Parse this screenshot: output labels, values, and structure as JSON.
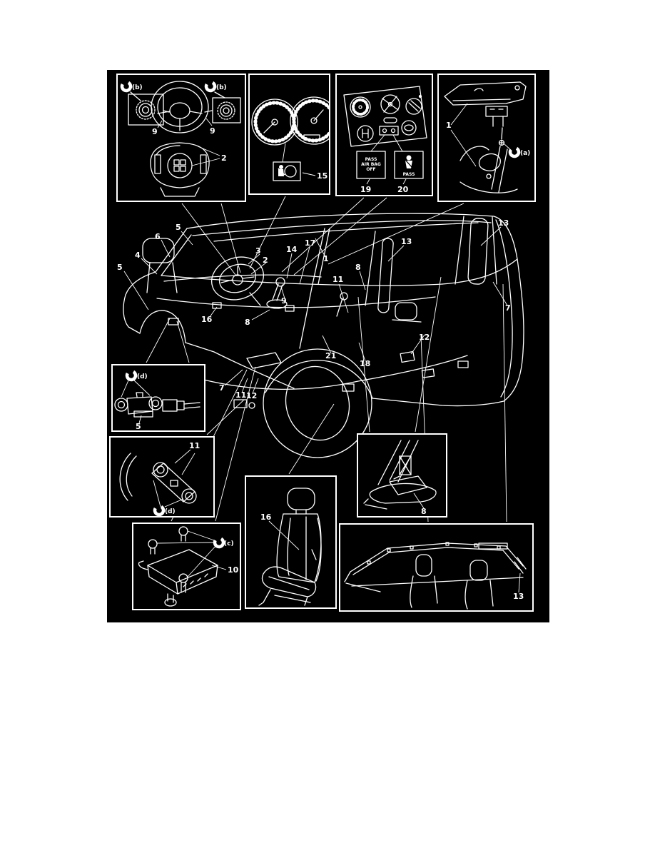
{
  "canvas": {
    "background": "#000000",
    "line_color": "#ffffff",
    "page_background": "#ffffff"
  },
  "insets": {
    "steering": {
      "tag_left": "(b)",
      "tag_right": "(b)",
      "callout_coil_left": "9",
      "callout_coil_right": "9",
      "callout_module": "2"
    },
    "cluster": {
      "callout_lamp": "15"
    },
    "hvac": {
      "off_line1": "PASS",
      "off_line2": "AIR BAG",
      "off_line3": "OFF",
      "pass_label": "PASS",
      "callout_off": "19",
      "callout_pass": "20"
    },
    "visor": {
      "tag": "(a)",
      "callout": "1"
    },
    "front_sensor": {
      "tag": "(d)",
      "callout": "5"
    },
    "side_sensor": {
      "tag": "(d)",
      "callout": "11"
    },
    "sdm": {
      "tag": "(c)",
      "callout": "10"
    },
    "seat": {
      "callout": "16"
    },
    "bpillar": {
      "callout": "8"
    },
    "curtain": {
      "callout": "13"
    }
  },
  "main": {
    "callouts": [
      {
        "id": "roof-harness-front",
        "label": "5"
      },
      {
        "id": "harness-clip",
        "label": "6"
      },
      {
        "id": "front-harness",
        "label": "4"
      },
      {
        "id": "front-crash-sensor",
        "label": "5"
      },
      {
        "id": "steering-wheel",
        "label": "3"
      },
      {
        "id": "driver-airbag-module",
        "label": "2"
      },
      {
        "id": "main-harness",
        "label": "14"
      },
      {
        "id": "dash-harness",
        "label": "17"
      },
      {
        "id": "visor-area",
        "label": "1"
      },
      {
        "id": "curtain-airbag-front",
        "label": "13"
      },
      {
        "id": "curtain-airbag-rear",
        "label": "13"
      },
      {
        "id": "ip-member",
        "label": "16"
      },
      {
        "id": "lever-pretensioner",
        "label": "8"
      },
      {
        "id": "contact-coil",
        "label": "9"
      },
      {
        "id": "bpillar-pretensioner",
        "label": "8"
      },
      {
        "id": "side-sensor-location",
        "label": "11"
      },
      {
        "id": "rear-harness",
        "label": "21"
      },
      {
        "id": "rear-component",
        "label": "18"
      },
      {
        "id": "buckle-pretensioner",
        "label": "12"
      },
      {
        "id": "rear-curtain-end",
        "label": "7"
      },
      {
        "id": "floor-bracket",
        "label": "7"
      },
      {
        "id": "floor-side-sensor",
        "label": "11"
      },
      {
        "id": "floor-buckle",
        "label": "12"
      }
    ]
  }
}
